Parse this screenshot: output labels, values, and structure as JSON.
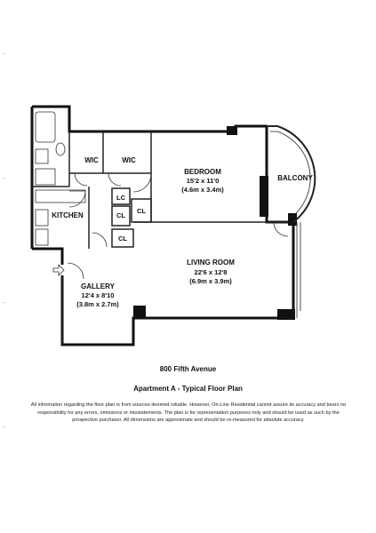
{
  "rooms": {
    "wic_left": "WIC",
    "wic_right": "WIC",
    "bedroom": {
      "name": "BEDROOM",
      "dim_imperial": "15'2 x 11'0",
      "dim_metric": "(4.6m x 3.4m)"
    },
    "balcony": "BALCONY",
    "kitchen": "KITCHEN",
    "lc": "LC",
    "cl_1": "CL",
    "cl_2": "CL",
    "cl_3": "CL",
    "living_room": {
      "name": "LIVING ROOM",
      "dim_imperial": "22'6 x 12'8",
      "dim_metric": "(6.9m x 3.9m)"
    },
    "gallery": {
      "name": "GALLERY",
      "dim_imperial": "12'4 x 8'10",
      "dim_metric": "(3.8m x 2.7m)"
    }
  },
  "caption": {
    "address": "800 Fifth Avenue",
    "plan_title": "Apartment A - Typical Floor Plan",
    "disclaimer": "All information regarding the floor plan is from sources deemed reliable. However, On-Line Residential cannot assure its accuracy and bears no responsibility for any errors, omissions or misstatements. The plan is for representation purposes only and should be used as such by the prospective purchaser. All dimensions are approximate and should be re-measured for absolute accuracy."
  },
  "colors": {
    "wall": "#111111",
    "line": "#222222",
    "background": "#ffffff"
  }
}
